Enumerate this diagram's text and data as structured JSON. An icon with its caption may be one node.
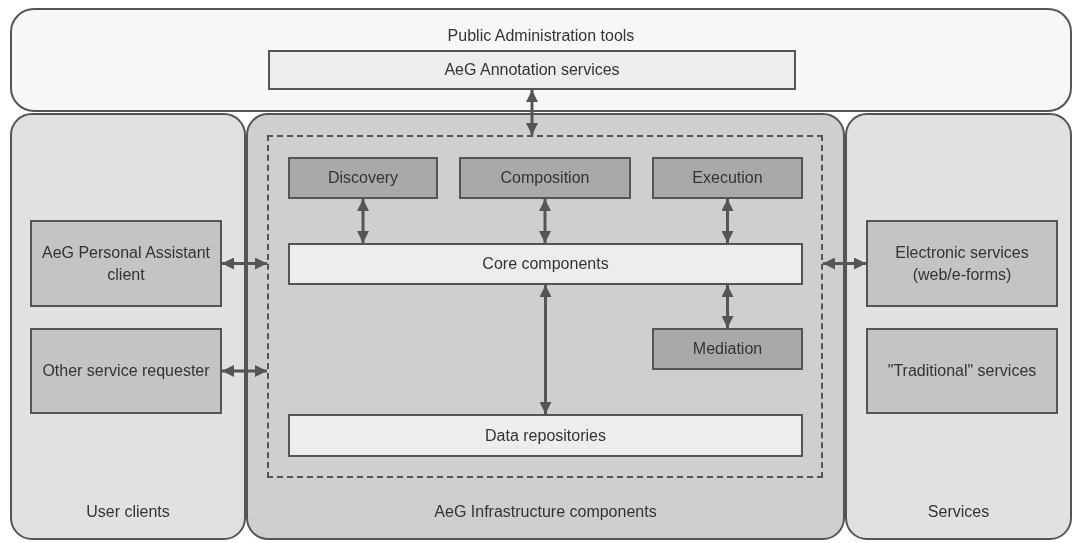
{
  "diagram": {
    "nodes": [
      {
        "text": [
          "Public Administration tools"
        ]
      },
      {
        "text": [
          "AeG Annotation services"
        ],
        "in": 0
      },
      {
        "text": [
          "User clients"
        ]
      },
      {
        "text": [
          "AeG Personal Assistant client"
        ],
        "in": 2
      },
      {
        "text": [
          "Other service requester"
        ],
        "in": 2
      },
      {
        "text": [
          "AeG Infrastructure components"
        ]
      },
      {
        "text": [],
        "shape": "box",
        "in": 5
      },
      {
        "text": [
          "Discovery"
        ],
        "in": 6
      },
      {
        "text": [
          "Composition"
        ],
        "in": 6
      },
      {
        "text": [
          "Execution"
        ],
        "in": 6
      },
      {
        "text": [
          "Core components"
        ],
        "in": 6
      },
      {
        "text": [
          "Mediation"
        ],
        "in": 6
      },
      {
        "text": [
          "Data repositories"
        ],
        "in": 6
      },
      {
        "text": [
          "Services"
        ]
      },
      {
        "text": [
          "Electronic services (web/e-forms)"
        ],
        "in": 13
      },
      {
        "text": [
          "\"Traditional\" services"
        ],
        "in": 13
      }
    ],
    "edges": [
      {
        "from": 1,
        "to": 6,
        "arrow": "both"
      },
      {
        "from": 3,
        "to": 6,
        "arrow": "both"
      },
      {
        "from": 4,
        "to": 6,
        "arrow": "both"
      },
      {
        "from": 7,
        "to": 10,
        "arrow": "both"
      },
      {
        "from": 8,
        "to": 10,
        "arrow": "both"
      },
      {
        "from": 9,
        "to": 10,
        "arrow": "both"
      },
      {
        "from": 10,
        "to": 11,
        "arrow": "both"
      },
      {
        "from": 10,
        "to": 12,
        "arrow": "both"
      },
      {
        "from": 6,
        "to": 14,
        "arrow": "both"
      }
    ]
  }
}
